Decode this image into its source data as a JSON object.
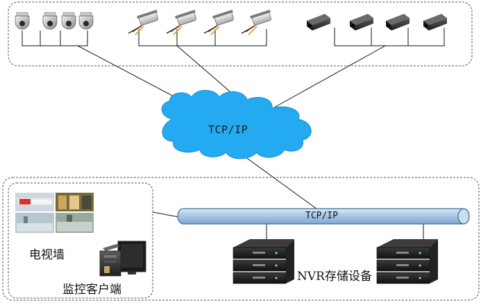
{
  "network": {
    "cloud_label": "TCP/IP",
    "bus_label": "TCP/IP"
  },
  "monitoring": {
    "video_wall_label": "电视墙",
    "client_label": "监控客户端"
  },
  "storage": {
    "nvr_label": "NVR存储设备"
  },
  "colors": {
    "cloud": "#24aaf0",
    "bus_pipe": "#b6d2ea",
    "bus_edge": "#3b6a96",
    "frame_dash": "#555555",
    "nvr_body": "#1c1c1c"
  },
  "icons": {
    "dome_cameras": "dome-camera-icon",
    "bullet_cameras": "bullet-camera-icon",
    "box_cameras": "box-camera-icon",
    "video_wall": "video-wall-icon",
    "client": "workstation-icon",
    "nvr": "nvr-recorder-icon"
  }
}
